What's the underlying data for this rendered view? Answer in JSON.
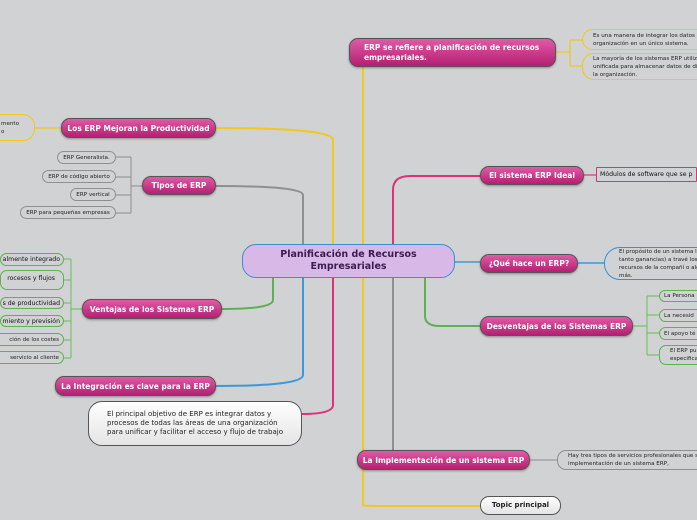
{
  "center": {
    "title": "Planificación de Recursos Empresariales"
  },
  "topics": {
    "erp_refers": "ERP se refiere a planificación de recursos empresariales.",
    "productividad": "Los ERP Mejoran la Productividad",
    "tipos": "Tipos de ERP",
    "ventajas": "Ventajas de los Sistemas ERP",
    "integracion": "La Integración es clave para la ERP",
    "objetivo": "El principal objetivo de ERP es integrar datos y procesos de todas las áreas de una organización para unificar y facilitar el acceso y flujo de trabajo",
    "ideal": "El sistema ERP Ideal",
    "que_hace": "¿Qué hace un ERP?",
    "desventajas": "Desventajas de los Sistemas ERP",
    "implementacion": "La Implementación de un sistema ERP",
    "topic_principal": "Topic principal"
  },
  "subtopics": {
    "erp_refers": [
      "Es una manera de integrar los datos y organización en un único sistema.",
      "La mayoría de los sistemas ERP utiliz unificada para almacenar datos de di la organización."
    ],
    "productividad": [
      "mento o"
    ],
    "tipos": [
      "ERP Generalista.",
      "ERP de código abierto",
      "ERP vertical",
      "ERP para pequeñas empresas"
    ],
    "ventajas": [
      "almente integrado",
      "rocesos y flujos",
      "s de productividad",
      "miento y previsión",
      "ción de los costes",
      "servicio al cliente"
    ],
    "ideal": [
      "Módulos de software que se p"
    ],
    "que_hace": [
      "El propósito de un sistema lo tanto ganancias) a travé los recursos de la compañí o algo más."
    ],
    "desventajas": [
      "La Persona",
      "La necesid",
      "El apoyo té",
      "El ERP pu especifica"
    ],
    "implementacion": [
      "Hay tres tipos de servicios profesionales que se implementación de un sistema ERP,"
    ]
  }
}
